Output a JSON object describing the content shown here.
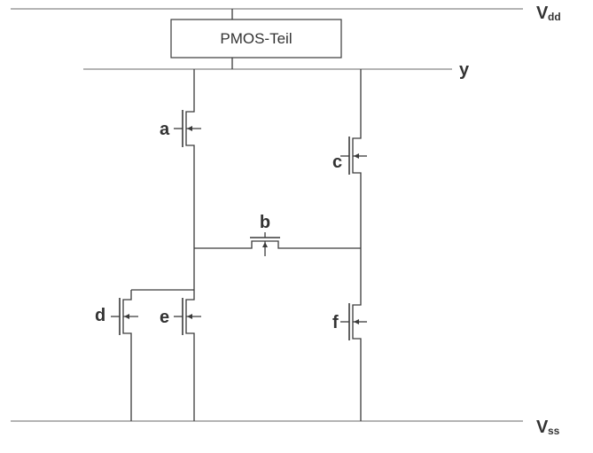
{
  "rails": {
    "vdd": {
      "main": "V",
      "sub": "dd"
    },
    "vss": {
      "main": "V",
      "sub": "ss"
    },
    "output": "y"
  },
  "pmos_block": {
    "label": "PMOS-Teil"
  },
  "transistors": {
    "a": "a",
    "b": "b",
    "c": "c",
    "d": "d",
    "e": "e",
    "f": "f"
  }
}
